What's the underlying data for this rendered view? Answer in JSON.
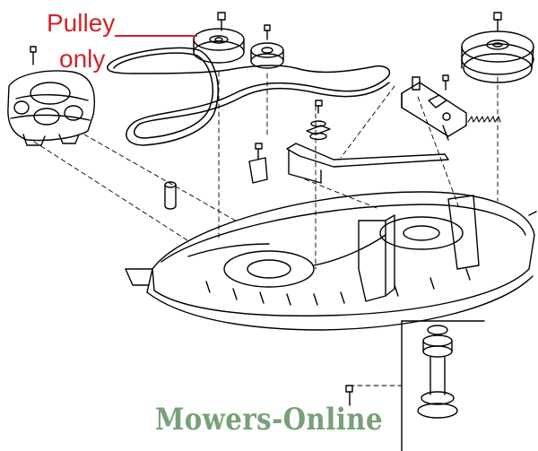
{
  "annotations": {
    "line1": "Pulley",
    "line2": "only",
    "color": "#d2232a"
  },
  "watermark": {
    "text": "Mowers-Online",
    "color": "#78a079"
  },
  "parts": [
    {
      "name": "idler-pulley-large"
    },
    {
      "name": "idler-pulley-small"
    },
    {
      "name": "drive-belt"
    },
    {
      "name": "spindle-pulley-right"
    },
    {
      "name": "belt-shield"
    },
    {
      "name": "idler-arm-bracket"
    },
    {
      "name": "tension-spring"
    },
    {
      "name": "mower-deck"
    },
    {
      "name": "spindle-assembly"
    },
    {
      "name": "pin"
    },
    {
      "name": "bolt"
    }
  ]
}
